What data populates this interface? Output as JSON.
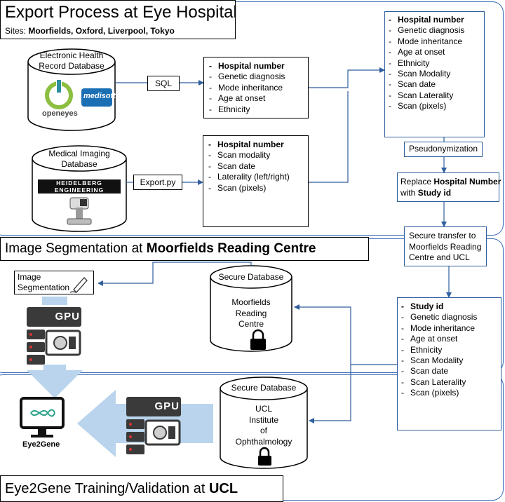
{
  "sections": {
    "export_title": "Export Process at Eye Hospital",
    "sites_label": "Sites: ",
    "sites_value": "Moorfields, Oxford, Liverpool, Tokyo",
    "segmentation_title_prefix": "Image Segmentation at ",
    "segmentation_title_bold": "Moorfields Reading Centre",
    "training_title_prefix": "Eye2Gene Training/Validation at ",
    "training_title_bold": "UCL"
  },
  "ehr_db": {
    "label_line1": "Electronic Health",
    "label_line2": "Record Database",
    "logo1": "openeyes",
    "logo2": "medisoft"
  },
  "imaging_db": {
    "label_line1": "Medical Imaging",
    "label_line2": "Database",
    "logo_line1": "HEIDELBERG",
    "logo_line2": "ENGINEERING"
  },
  "connectors": {
    "sql": "SQL",
    "export_py": "Export.py",
    "pseudonymization": "Pseudonymization"
  },
  "ehr_fields": [
    "Hospital number",
    "Genetic diagnosis",
    "Mode inheritance",
    "Age at onset",
    "Ethnicity"
  ],
  "imaging_fields": [
    "Hospital number",
    "Scan modality",
    "Scan date",
    "Laterality (left/right)",
    "Scan (pixels)"
  ],
  "merged_fields": [
    "Hospital number",
    "Genetic diagnosis",
    "Mode inheritance",
    "Age at onset",
    "Ethnicity",
    "Scan Modality",
    "Scan date",
    "Scan Laterality",
    "Scan (pixels)"
  ],
  "replace_box": {
    "prefix": "Replace ",
    "bold1": "Hospital Number",
    "mid": "with ",
    "bold2": "Study id"
  },
  "transfer_box": {
    "line1": "Secure transfer to",
    "line2": "Moorfields Reading",
    "line3": "Centre and UCL"
  },
  "study_fields": [
    "Study id",
    "Genetic diagnosis",
    "Mode inheritance",
    "Age at onset",
    "Ethnicity",
    "Scan Modality",
    "Scan date",
    "Scan Laterality",
    "Scan (pixels)"
  ],
  "secure_db_mrc": {
    "header": "Secure Database",
    "line1": "Moorfields",
    "line2": "Reading",
    "line3": "Centre"
  },
  "secure_db_ucl": {
    "header": "Secure Database",
    "line1": "UCL",
    "line2": "Institute",
    "line3": "of",
    "line4": "Ophthalmology"
  },
  "image_segmentation": {
    "line1": "Image",
    "line2": "Segmentation"
  },
  "gpu_label": "GPU",
  "eye2gene_label": "Eye2Gene",
  "colors": {
    "section_border": "#3d6fb6",
    "arrow": "#2f5e9e",
    "big_arrow": "#b9d4ec",
    "db_stroke": "#000000"
  }
}
